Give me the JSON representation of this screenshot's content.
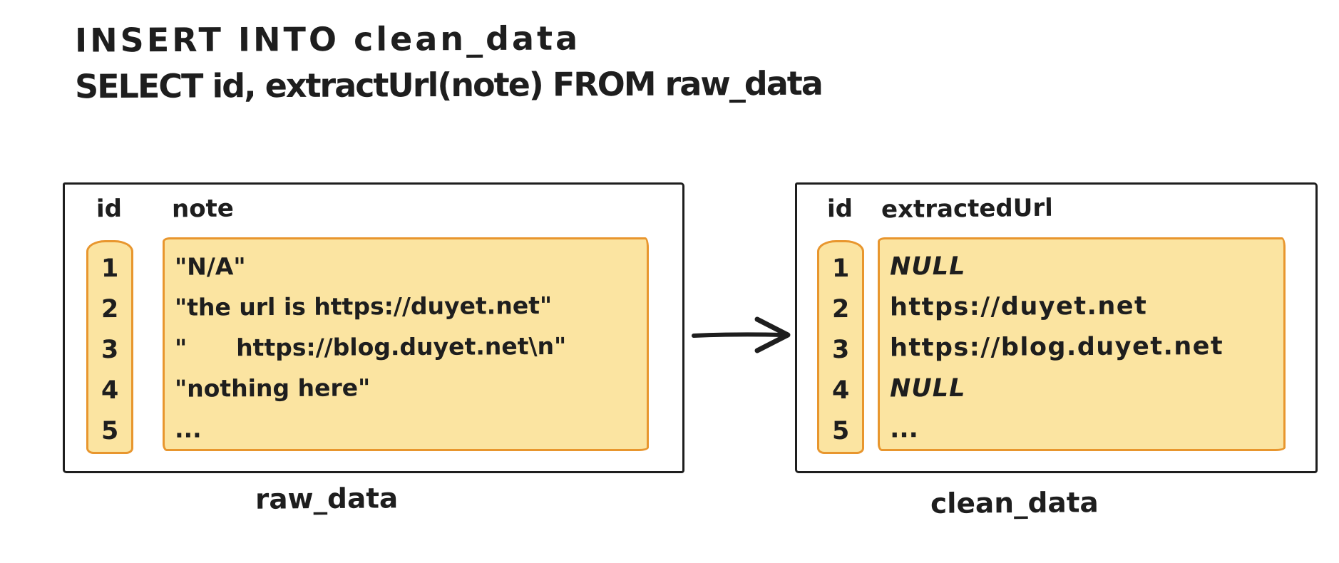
{
  "title": {
    "line1": "INSERT INTO clean_data",
    "line2": "SELECT id, extractUrl(note) FROM raw_data"
  },
  "colors": {
    "ink": "#1e1e1e",
    "highlight_fill": "#fbe4a1",
    "highlight_border": "#e8962e",
    "background": "#ffffff"
  },
  "arrow": {
    "direction": "right"
  },
  "left_table": {
    "caption": "raw_data",
    "columns": {
      "id": "id",
      "value": "note"
    },
    "rows": [
      {
        "id": "1",
        "value": "\"N/A\""
      },
      {
        "id": "2",
        "value": "\"the url is https://duyet.net\""
      },
      {
        "id": "3",
        "value": "\"      https://blog.duyet.net\\n\""
      },
      {
        "id": "4",
        "value": "\"nothing here\""
      },
      {
        "id": "5",
        "value": "..."
      }
    ]
  },
  "right_table": {
    "caption": "clean_data",
    "columns": {
      "id": "id",
      "value": "extractedUrl"
    },
    "rows": [
      {
        "id": "1",
        "value": "NULL"
      },
      {
        "id": "2",
        "value": "https://duyet.net"
      },
      {
        "id": "3",
        "value": "https://blog.duyet.net"
      },
      {
        "id": "4",
        "value": "NULL"
      },
      {
        "id": "5",
        "value": "..."
      }
    ]
  }
}
